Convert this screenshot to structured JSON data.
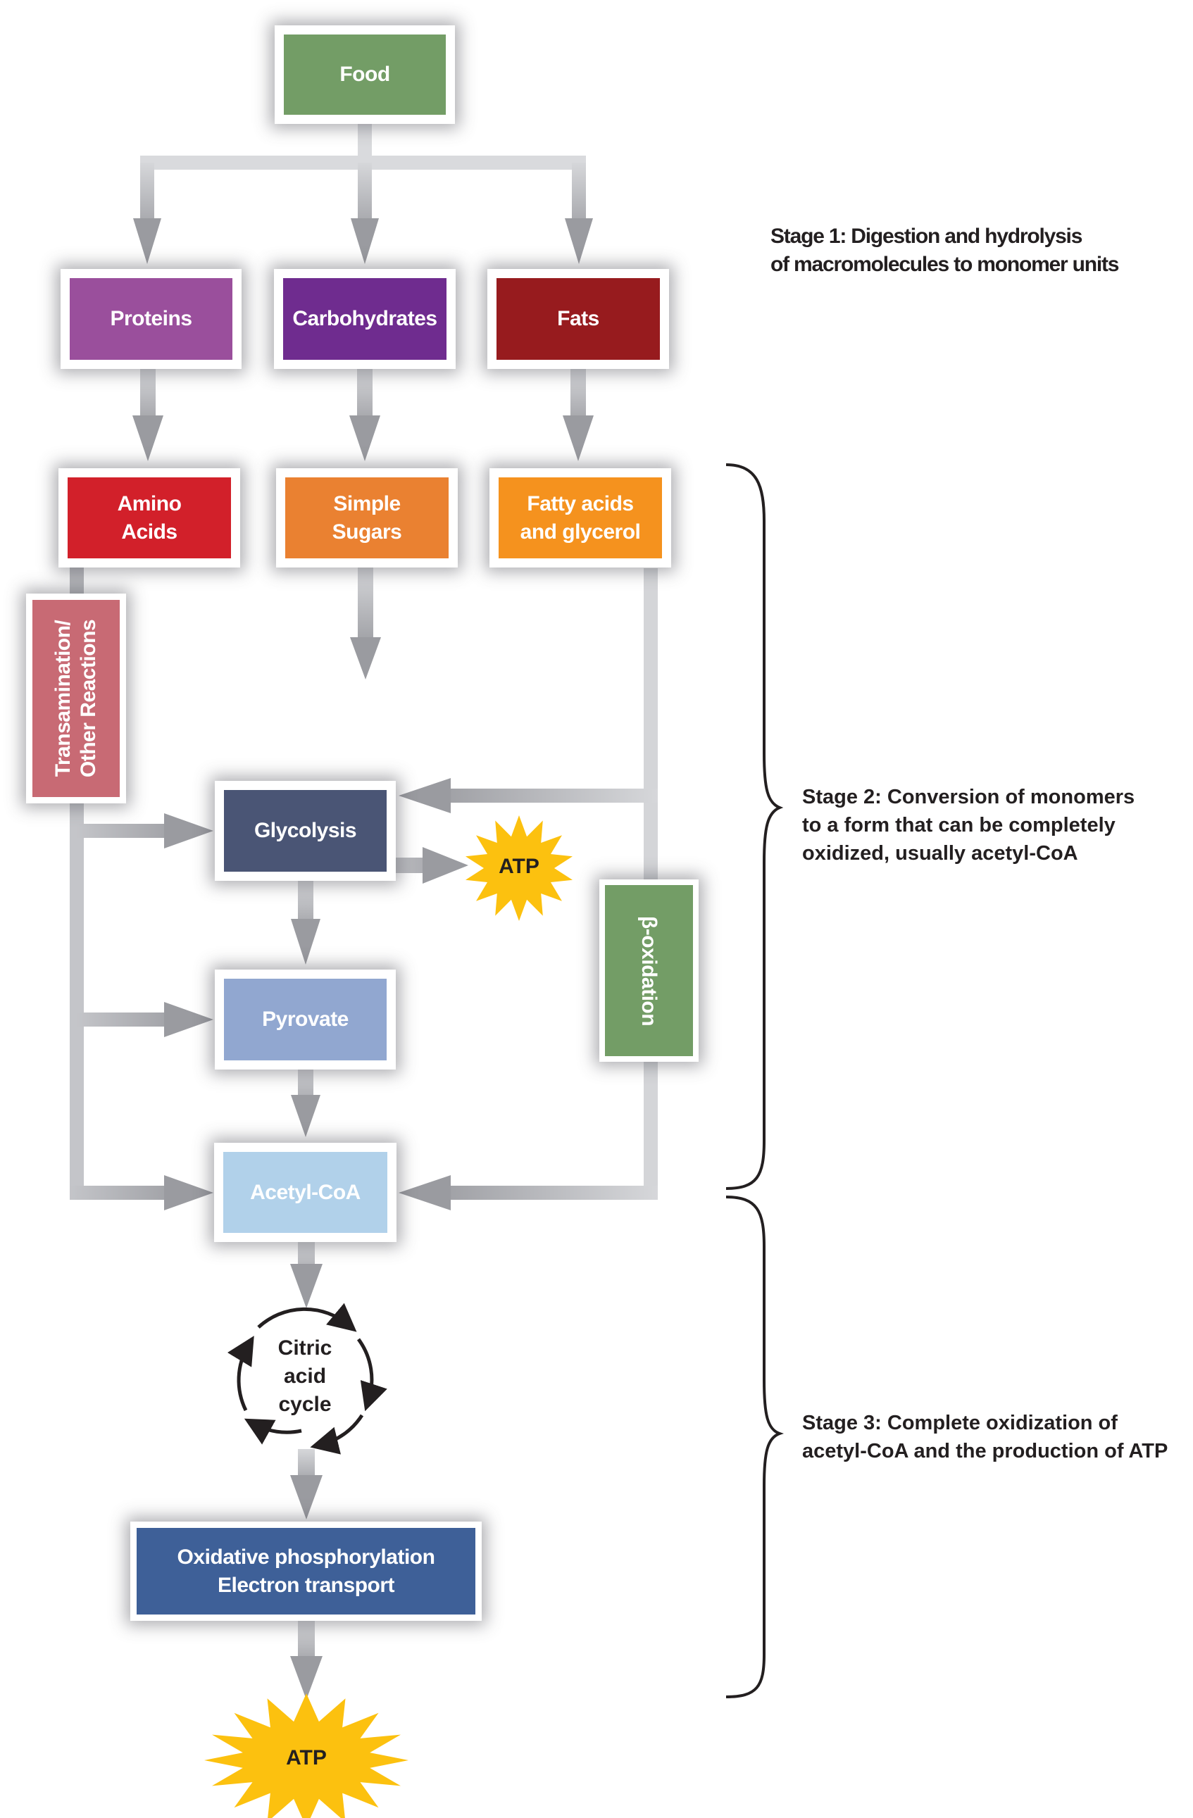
{
  "diagram": {
    "title": "Stages of catabolism",
    "nodes": {
      "food": {
        "label": [
          "Food"
        ],
        "color": "#739d66"
      },
      "proteins": {
        "label": [
          "Proteins"
        ],
        "color": "#9a4f9c"
      },
      "carbohydrates": {
        "label": [
          "Carbohydrates"
        ],
        "color": "#6f2c8f"
      },
      "fats": {
        "label": [
          "Fats"
        ],
        "color": "#971b1e"
      },
      "amino_acids": {
        "label": [
          "Amino",
          "Acids"
        ],
        "color": "#d2202a"
      },
      "simple_sugars": {
        "label": [
          "Simple",
          "Sugars"
        ],
        "color": "#ea8131"
      },
      "fatty_acids": {
        "label": [
          "Fatty acids",
          "and glycerol"
        ],
        "color": "#f5921e"
      },
      "transamination": {
        "label": [
          "Transamination/",
          "Other Reactions"
        ],
        "color": "#c86a74"
      },
      "glycolysis": {
        "label": [
          "Glycolysis"
        ],
        "color": "#4a5575"
      },
      "pyrovate": {
        "label": [
          "Pyrovate"
        ],
        "color": "#91a7d0"
      },
      "acetyl_coa": {
        "label": [
          "Acetyl-CoA"
        ],
        "color": "#b1d1ea"
      },
      "beta_oxidation": {
        "label": [
          "β-oxidation"
        ],
        "color": "#739d66"
      },
      "oxidative": {
        "label": [
          "Oxidative phosphorylation",
          "Electron transport"
        ],
        "color": "#3e6098"
      }
    },
    "citric_cycle": {
      "label": [
        "Citric",
        "acid",
        "cycle"
      ]
    },
    "atp_small": {
      "label": "ATP",
      "color": "#fcc10f"
    },
    "atp_large": {
      "label": "ATP",
      "color": "#fcc10f"
    },
    "stages": [
      {
        "lines": [
          "Stage 1: Digestion and hydrolysis",
          "of macromolecules to monomer units"
        ]
      },
      {
        "lines": [
          "Stage 2: Conversion of monomers",
          "to a form that can be completely",
          "oxidized, usually acetyl-CoA"
        ]
      },
      {
        "lines": [
          "Stage 3: Complete oxidization of",
          "acetyl-CoA and the production of ATP"
        ]
      }
    ],
    "edges": [
      {
        "from": "Food",
        "to": "Proteins"
      },
      {
        "from": "Food",
        "to": "Carbohydrates"
      },
      {
        "from": "Food",
        "to": "Fats"
      },
      {
        "from": "Proteins",
        "to": "Amino Acids"
      },
      {
        "from": "Carbohydrates",
        "to": "Simple Sugars"
      },
      {
        "from": "Fats",
        "to": "Fatty acids and glycerol"
      },
      {
        "from": "Amino Acids",
        "to": "Transamination/Other Reactions"
      },
      {
        "from": "Transamination/Other Reactions",
        "to": "Glycolysis"
      },
      {
        "from": "Transamination/Other Reactions",
        "to": "Pyrovate"
      },
      {
        "from": "Transamination/Other Reactions",
        "to": "Acetyl-CoA"
      },
      {
        "from": "Simple Sugars",
        "to": "Glycolysis"
      },
      {
        "from": "Fatty acids and glycerol",
        "to": "Glycolysis"
      },
      {
        "from": "Fatty acids and glycerol",
        "to": "β-oxidation"
      },
      {
        "from": "β-oxidation",
        "to": "Acetyl-CoA"
      },
      {
        "from": "Glycolysis",
        "to": "ATP"
      },
      {
        "from": "Glycolysis",
        "to": "Pyrovate"
      },
      {
        "from": "Pyrovate",
        "to": "Acetyl-CoA"
      },
      {
        "from": "Acetyl-CoA",
        "to": "Citric acid cycle"
      },
      {
        "from": "Citric acid cycle",
        "to": "Oxidative phosphorylation / Electron transport"
      },
      {
        "from": "Oxidative phosphorylation / Electron transport",
        "to": "ATP"
      }
    ],
    "connector_color": "#9a9ba0",
    "text_color": "#231f20"
  }
}
